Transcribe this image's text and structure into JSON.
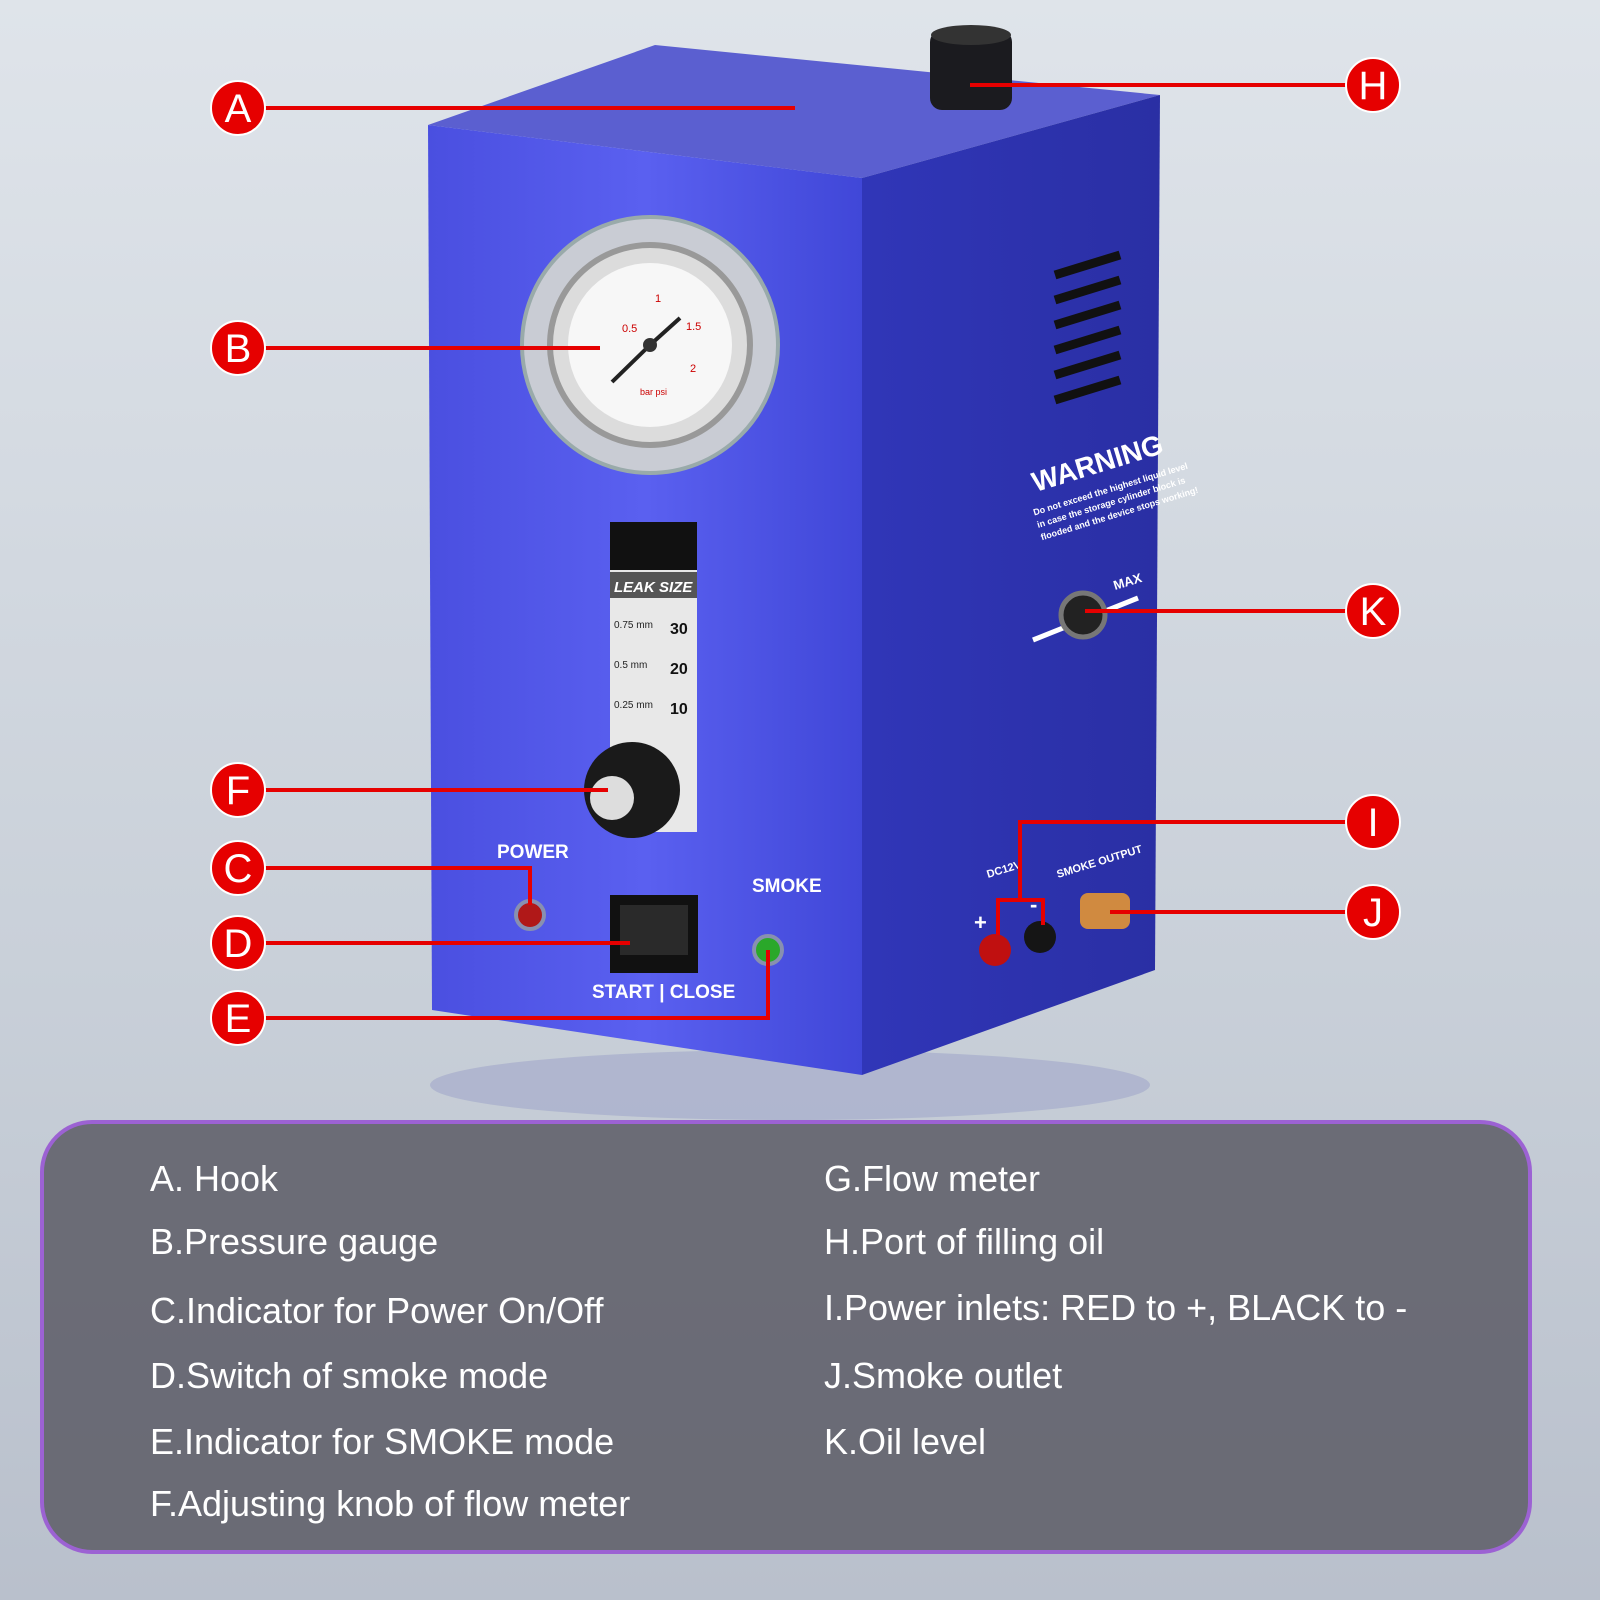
{
  "device": {
    "gauge_ticks": [
      "0.5",
      "1",
      "1.5",
      "2"
    ],
    "gauge_units": "bar psi",
    "flowmeter_title": "LEAK SIZE",
    "flowmeter_scale": [
      {
        "size": "0.75 mm",
        "value": "30"
      },
      {
        "size": "0.5 mm",
        "value": "20"
      },
      {
        "size": "0.25 mm",
        "value": "10"
      }
    ],
    "power_label": "POWER",
    "smoke_label": "SMOKE",
    "switch_label": "START | CLOSE",
    "warning_title": "WARNING",
    "warning_text": [
      "Do not exceed the highest liquid level",
      "in case the storage cylinder block is",
      "flooded and the device stops working!"
    ],
    "max_label": "MAX",
    "dc_label": "DC12V",
    "plus_label": "+",
    "minus_label": "-",
    "smoke_output_label": "SMOKE OUTPUT"
  },
  "callouts": [
    "A",
    "B",
    "C",
    "D",
    "E",
    "F",
    "H",
    "I",
    "J",
    "K"
  ],
  "colors": {
    "callout": "#e60000",
    "body": "#3a3fc8",
    "panel_border": "#9c62d3"
  },
  "legend": {
    "left": [
      "A. Hook",
      "B.Pressure gauge",
      "C.Indicator for Power On/Off",
      "D.Switch of smoke mode",
      "E.Indicator for SMOKE mode",
      "F.Adjusting knob of flow meter"
    ],
    "right": [
      "G.Flow meter",
      "H.Port of filling oil",
      "I.Power inlets: RED to +, BLACK to -",
      "J.Smoke outlet",
      "K.Oil level"
    ]
  }
}
